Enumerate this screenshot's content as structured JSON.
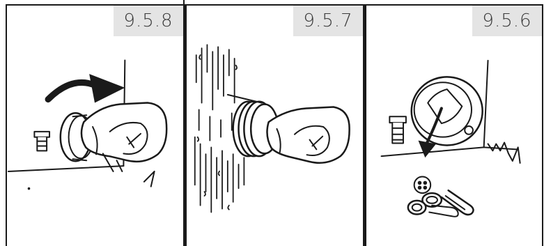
{
  "steps": [
    {
      "number": "9.5.8",
      "icon": "hand-turning-filter-cap-icon"
    },
    {
      "number": "9.5.7",
      "icon": "hand-unscrewing-filter-water-icon"
    },
    {
      "number": "9.5.6",
      "icon": "filter-cover-debris-icon"
    }
  ],
  "colors": {
    "ink": "#1a1a1a",
    "label_bg": "#e4e4e4",
    "label_text": "#3a3a3a"
  }
}
